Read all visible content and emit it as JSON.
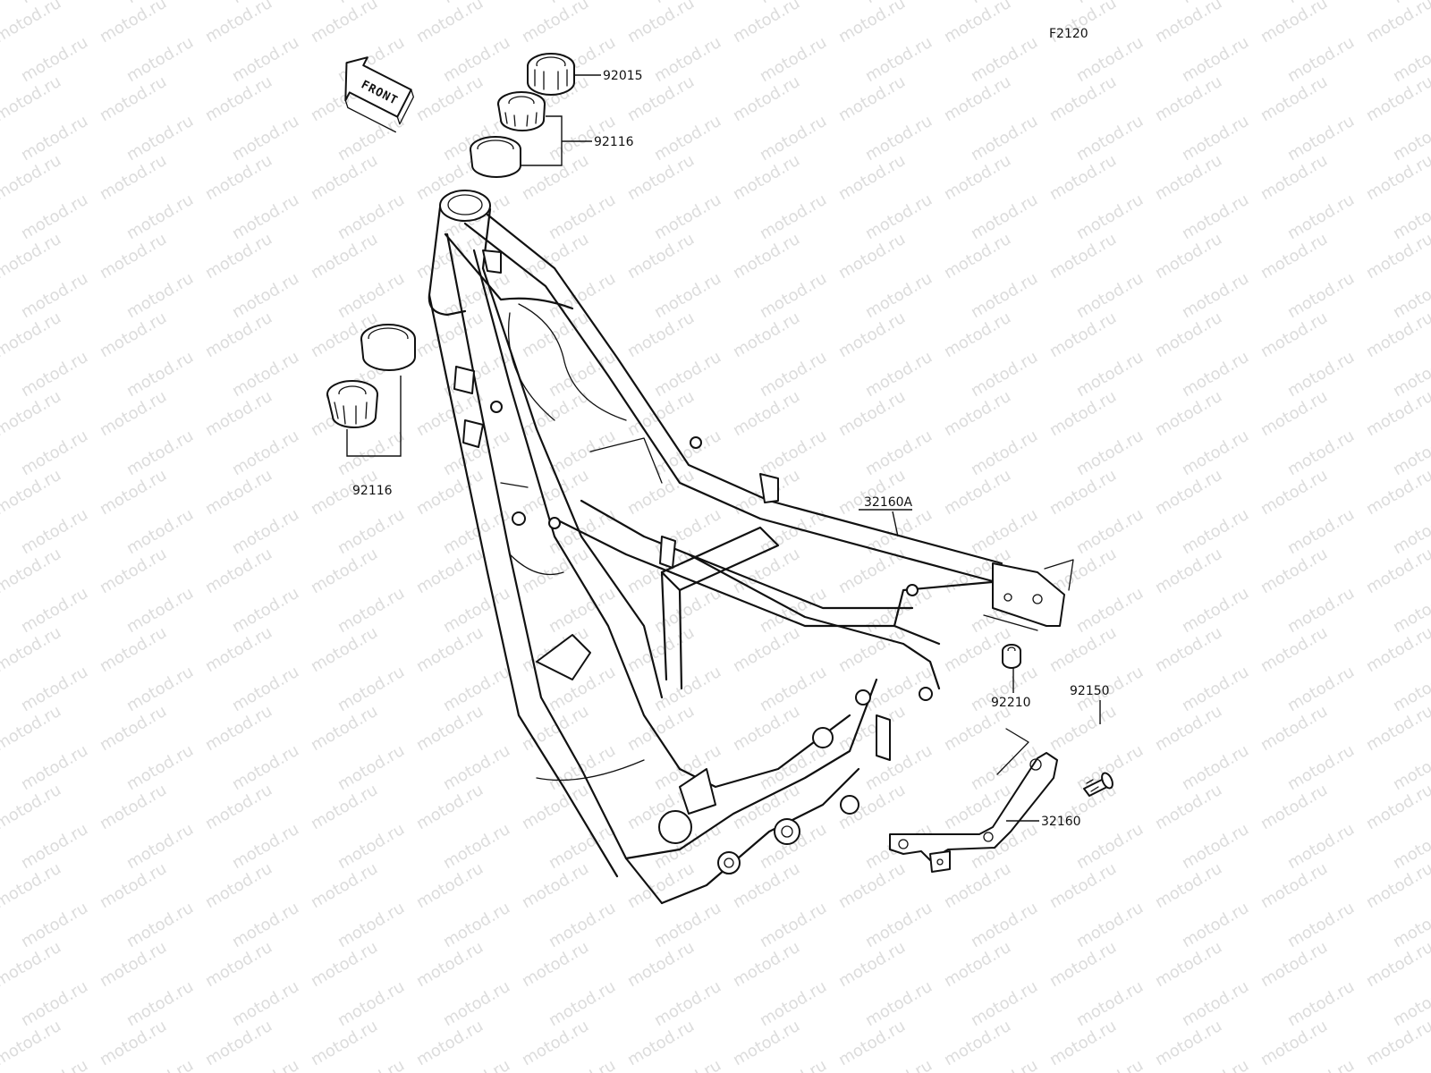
{
  "diagram_code": "F2120",
  "watermark_text": "motod.ru",
  "front_label": "FRONT",
  "parts": {
    "nut": "92015",
    "bearing_upper": "92116",
    "bearing_lower": "92116",
    "frame": "32160A",
    "collar": "92210",
    "bolt": "92150",
    "bracket": "32160"
  },
  "colors": {
    "line": "#111111",
    "watermark": "#dcdcdc",
    "background": "#ffffff"
  }
}
